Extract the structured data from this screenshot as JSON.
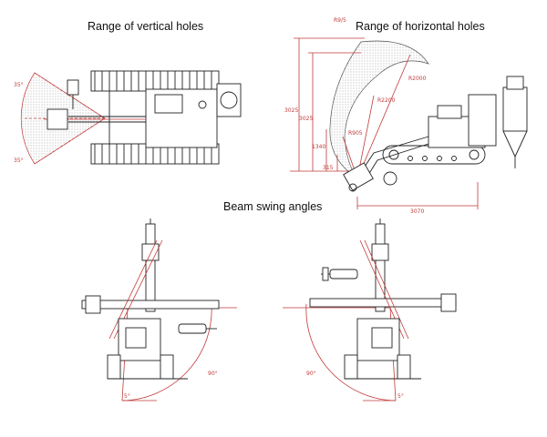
{
  "headings": {
    "vertical": "Range of vertical holes",
    "horizontal": "Range of horizontal holes",
    "beam": "Beam swing angles"
  },
  "vertical_view": {
    "angle_top": "35°",
    "angle_bottom": "35°"
  },
  "horizontal_view": {
    "dims": {
      "r95": "R9/5",
      "r2000": "R2000",
      "r2200": "R2200",
      "r905": "R905",
      "h3025a": "3025",
      "h3025b": "3025",
      "h1340": "1340",
      "h315": "315",
      "w3070": "3070"
    }
  },
  "beam_left": {
    "angle": "90°",
    "small_angle": "5°"
  },
  "beam_right": {
    "angle": "90°",
    "small_angle": "5°"
  },
  "colors": {
    "dimension": "#c23a3a",
    "line": "#222222",
    "hatch": "#999999"
  }
}
